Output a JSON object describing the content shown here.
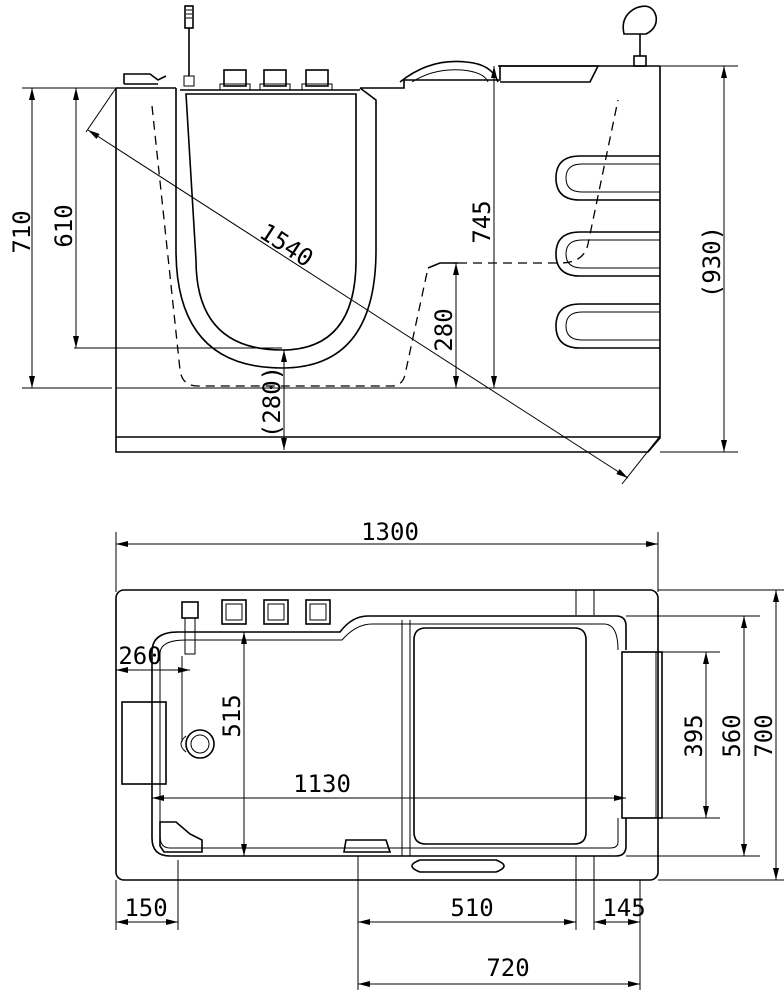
{
  "side_view": {
    "dims": {
      "d710": "710",
      "d610": "610",
      "d1540": "1540",
      "d745": "745",
      "d280": "280",
      "d280_bracket": "(280)",
      "d930": "(930)"
    }
  },
  "top_view": {
    "dims": {
      "d1300": "1300",
      "d260": "260",
      "d515": "515",
      "d1130": "1130",
      "d395": "395",
      "d560": "560",
      "d700": "700",
      "d150": "150",
      "d510": "510",
      "d145": "145",
      "d720": "720"
    }
  }
}
